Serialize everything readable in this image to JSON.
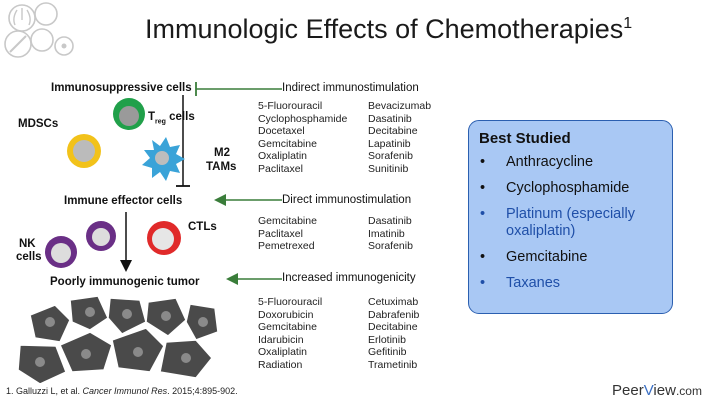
{
  "title": "Immunologic Effects of Chemotherapies",
  "title_sup": "1",
  "left": {
    "immunosuppressive": "Immunosuppressive cells",
    "treg_t": "T",
    "treg_sub": "reg",
    "treg_cells": "cells",
    "mdscs": "MDSCs",
    "m2": "M2",
    "tams": "TAMs",
    "effector": "Immune effector cells",
    "ctls": "CTLs",
    "nk": "NK",
    "nk_cells": "cells",
    "tumor": "Poorly immunogenic tumor"
  },
  "sections": {
    "indirect": {
      "header": "Indirect immunostimulation",
      "col1": [
        "5-Fluorouracil",
        "Cyclophosphamide",
        "Docetaxel",
        "Gemcitabine",
        "Oxaliplatin",
        "Paclitaxel"
      ],
      "col2": [
        "Bevacizumab",
        "Dasatinib",
        "Decitabine",
        "Lapatinib",
        "Sorafenib",
        "Sunitinib"
      ]
    },
    "direct": {
      "header": "Direct immunostimulation",
      "col1": [
        "Gemcitabine",
        "Paclitaxel",
        "Pemetrexed"
      ],
      "col2": [
        "Dasatinib",
        "Imatinib",
        "Sorafenib"
      ]
    },
    "increased": {
      "header": "Increased immunogenicity",
      "col1": [
        "5-Fluorouracil",
        "Doxorubicin",
        "Gemcitabine",
        "Idarubicin",
        "Oxaliplatin",
        "Radiation"
      ],
      "col2": [
        "Cetuximab",
        "Dabrafenib",
        "Decitabine",
        "Erlotinib",
        "Gefitinib",
        "Trametinib"
      ]
    }
  },
  "best_studied": {
    "title": "Best Studied",
    "bullet": "•",
    "items": [
      {
        "text": "Anthracycline",
        "color": "#111111"
      },
      {
        "text": "Cyclophosphamide",
        "color": "#111111"
      },
      {
        "text": "Platinum (especially oxaliplatin)",
        "color": "#1f4fa8"
      },
      {
        "text": "Gemcitabine",
        "color": "#111111"
      },
      {
        "text": "Taxanes",
        "color": "#1f4fa8"
      }
    ]
  },
  "reference": {
    "prefix": "1. Galluzzi L, et al. ",
    "journal": "Cancer Immunol Res",
    "suffix": ". 2015;4:895-902."
  },
  "logo": {
    "peer": "Peer",
    "v": "V",
    "iew": "iew",
    "dotcom": ".com"
  },
  "colors": {
    "arrow_green": "#3a7d3a",
    "treg_green": "#21a04a",
    "tam_blue": "#3aa3d8",
    "ctl_red": "#e02a2a",
    "nk_purple": "#6a2f86",
    "tumor_gray": "#4a4a4a",
    "box_fill": "#a9c8f4"
  }
}
